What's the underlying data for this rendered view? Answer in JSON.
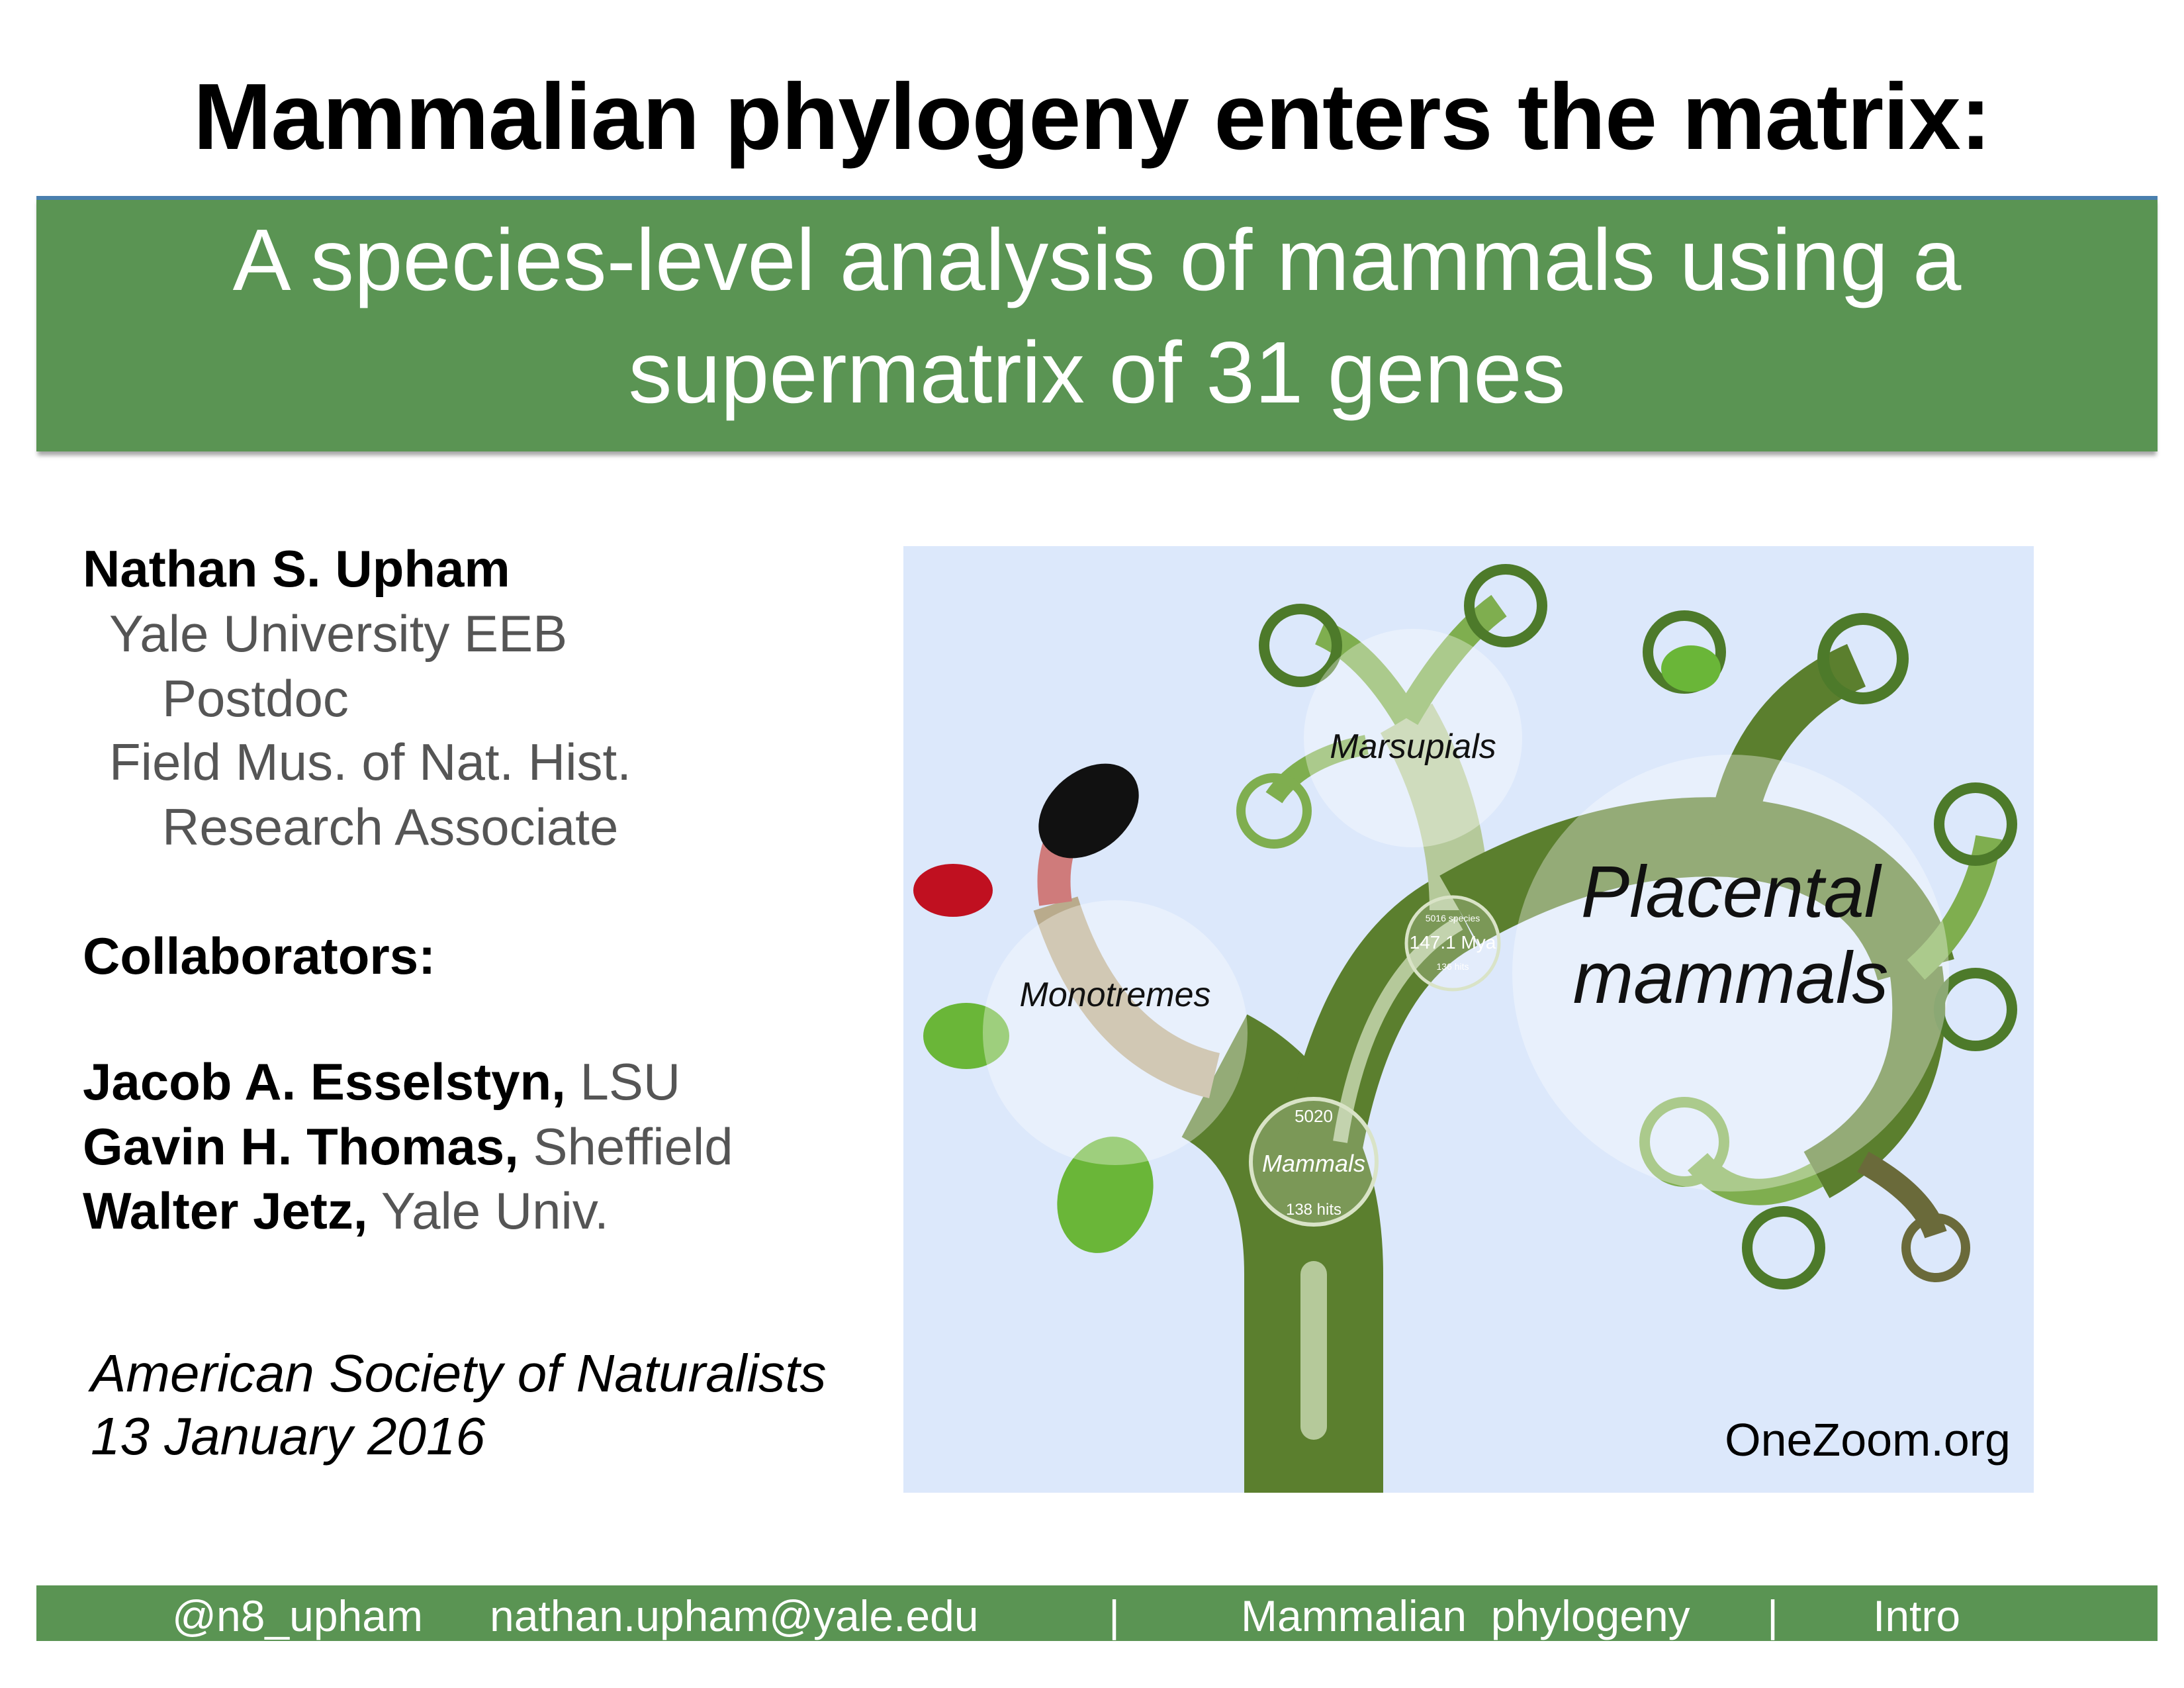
{
  "title": "Mammalian phylogeny enters the matrix:",
  "subtitle": {
    "line1": "A species-level analysis of mammals using a",
    "line2": "supermatrix of 31 genes"
  },
  "author": {
    "name": "Nathan S. Upham",
    "affiliations": [
      "Yale University EEB",
      "Postdoc",
      "Field Mus. of Nat. Hist.",
      "Research Associate"
    ]
  },
  "collaborators": {
    "heading": "Collaborators:",
    "people": [
      {
        "name": "Jacob A. Esselstyn,",
        "inst": "LSU"
      },
      {
        "name": "Gavin H. Thomas,",
        "inst": "Sheffield"
      },
      {
        "name": "Walter Jetz,",
        "inst": "Yale Univ."
      }
    ]
  },
  "event": {
    "name": "American Society of Naturalists",
    "date": "13 January 2016"
  },
  "figure": {
    "credit": "OneZoom.org",
    "labels": {
      "monotremes": "Monotremes",
      "marsupials": "Marsupials",
      "placental1": "Placental",
      "placental2": "mammals",
      "root_count": "5020",
      "root_name": "Mammals",
      "root_hits": "138 hits",
      "node_species": "5016 species",
      "node_age": "147.1 Mya",
      "node_hits": "136 hits"
    },
    "colors": {
      "background": "#dce8fb",
      "trunk": "#5b7f2e",
      "trunk_light": "#b5c99a",
      "leaf_green": "#6ab638",
      "leaf_red": "#c01020",
      "leaf_black": "#111111"
    }
  },
  "footer": {
    "handle": "@n8_upham",
    "email": "nathan.upham@yale.edu",
    "sep1": "|",
    "topic": "Mammalian  phylogeny",
    "sep2": "|",
    "section": "Intro"
  },
  "colors": {
    "band_green": "#5a9453",
    "band_border": "#4a7fae"
  }
}
